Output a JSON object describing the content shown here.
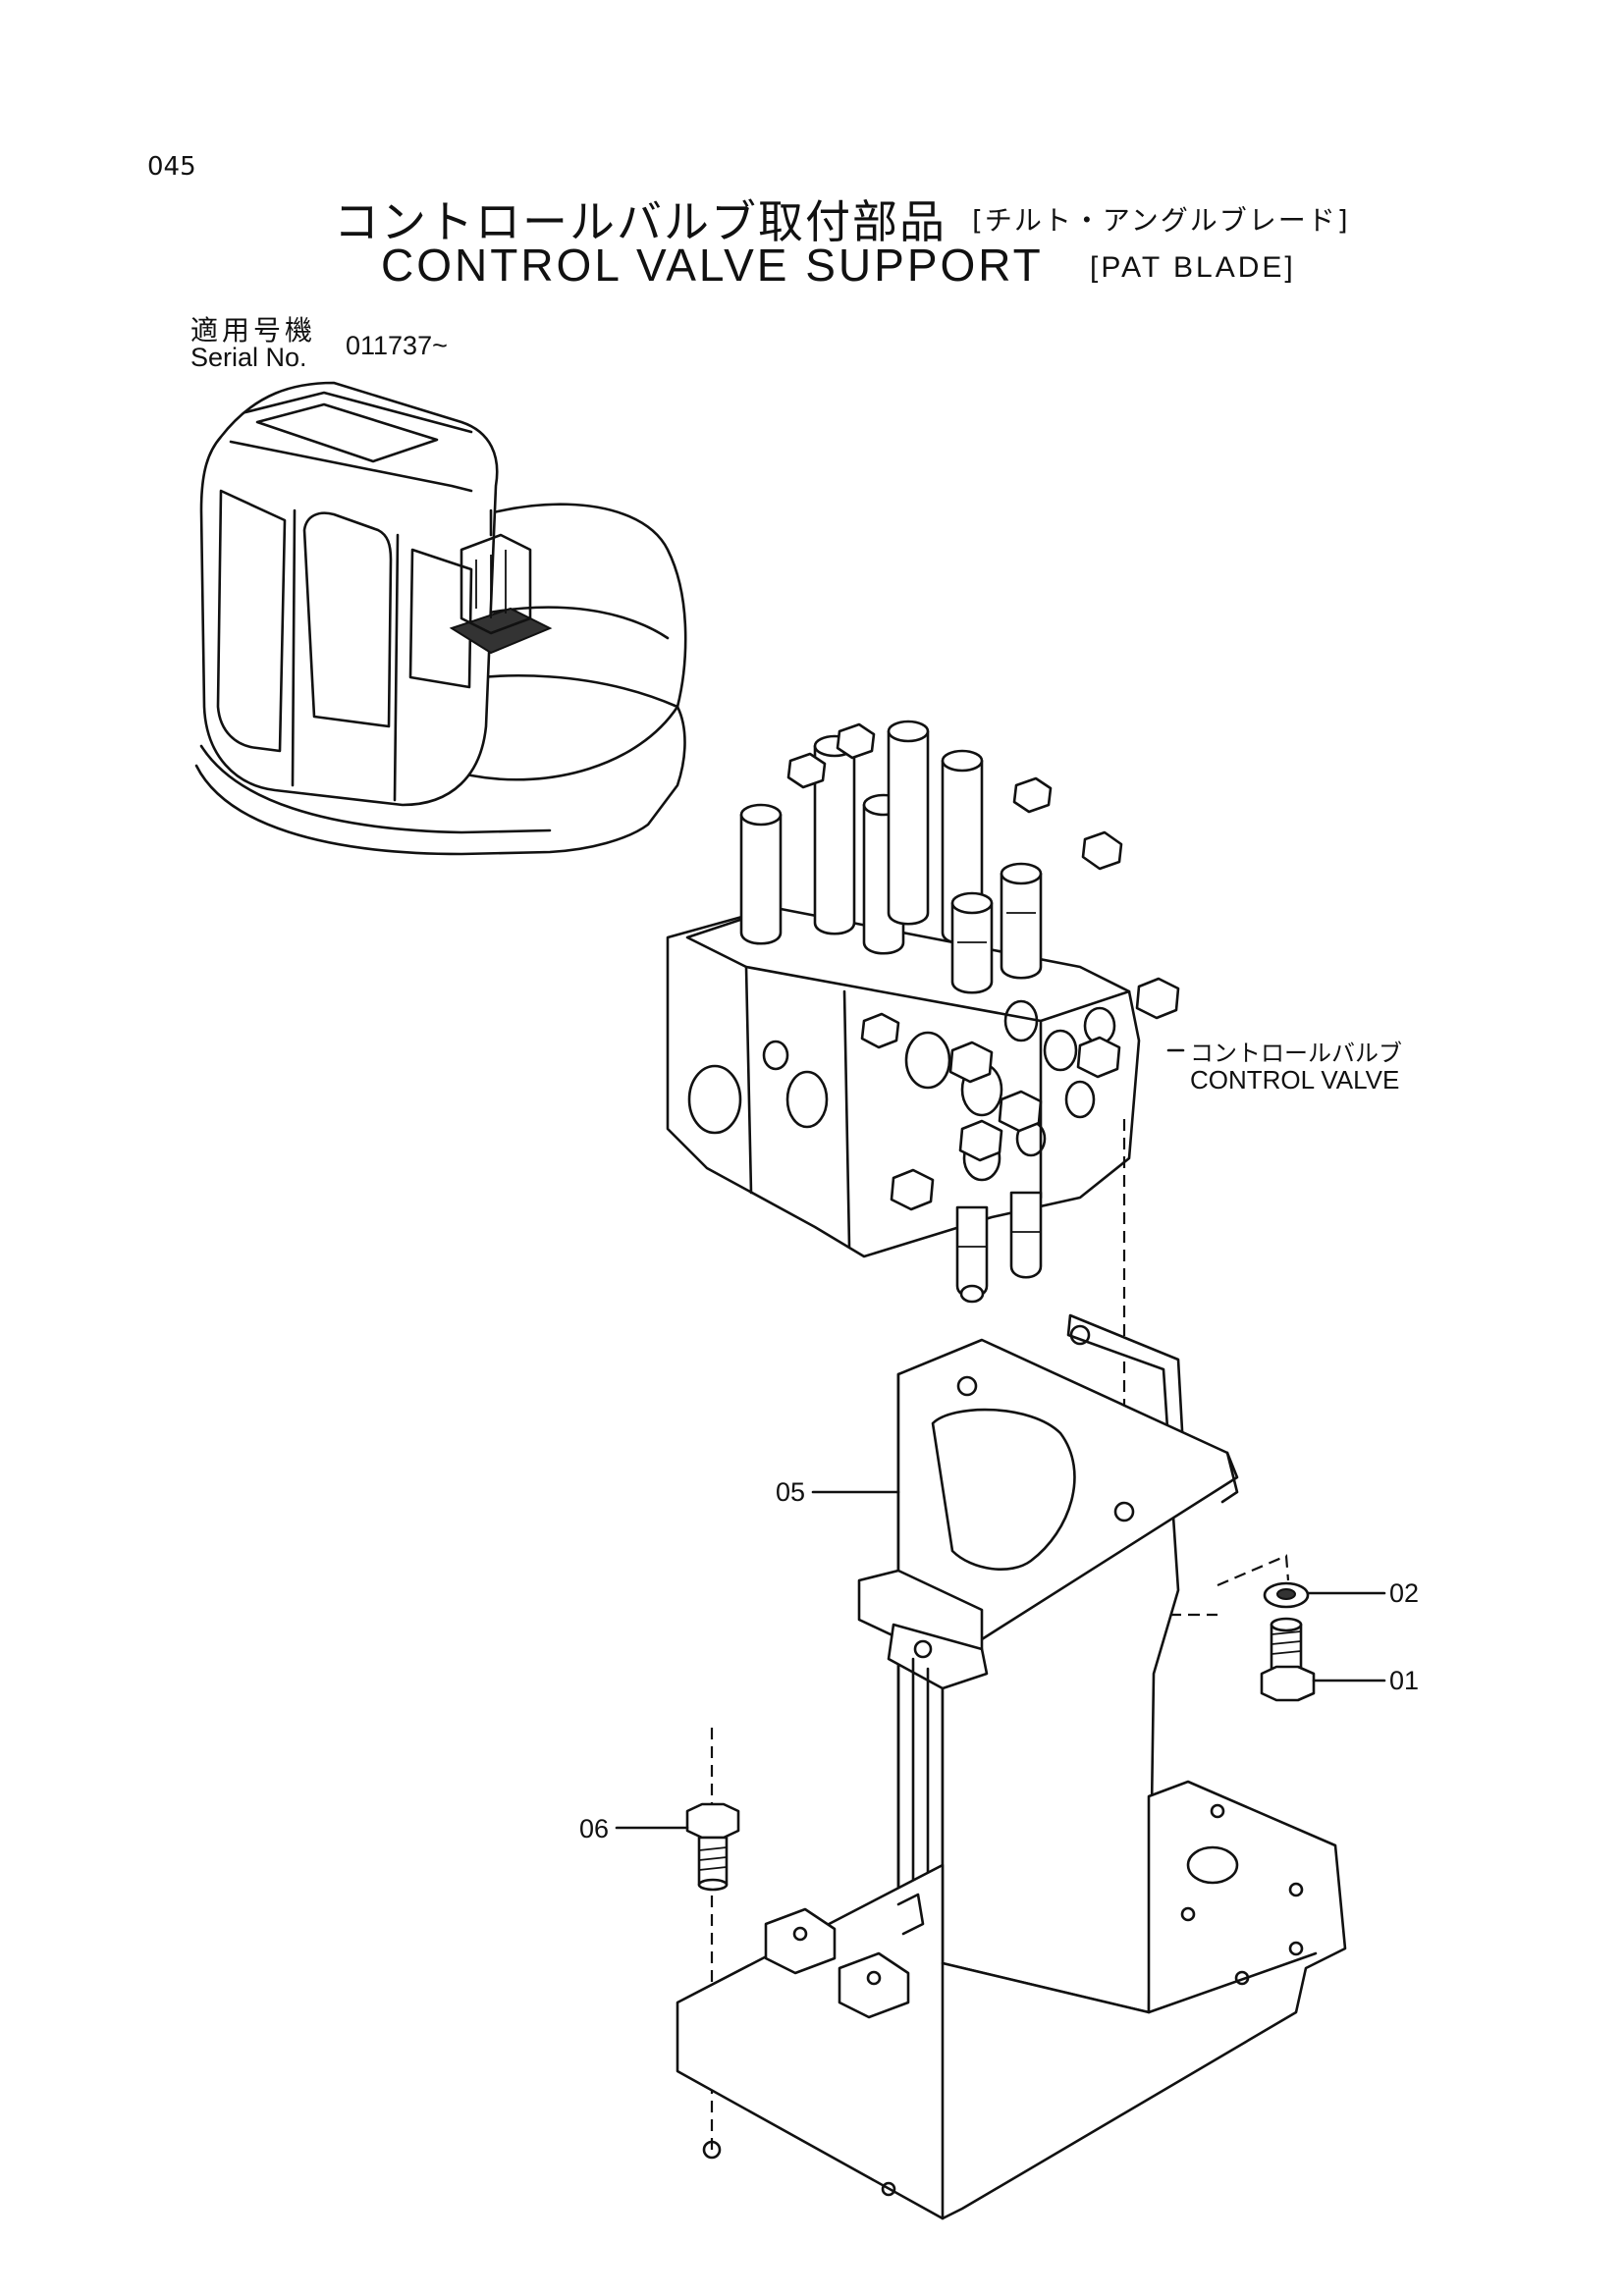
{
  "page_number": "045",
  "title": {
    "jp": "コントロールバルブ取付部品",
    "jp_variant": "[チルト・アングルブレード]",
    "en": "CONTROL  VALVE  SUPPORT",
    "en_variant": "[PAT BLADE]"
  },
  "serial": {
    "label_jp": "適用号機",
    "label_en": "Serial No.",
    "value": "011737~"
  },
  "component_label": {
    "jp": "コントロールバルブ",
    "en": "CONTROL VALVE"
  },
  "callouts": [
    {
      "id": "05"
    },
    {
      "id": "02"
    },
    {
      "id": "01"
    },
    {
      "id": "06"
    }
  ],
  "icons": {
    "machine": "excavator-cab-illustration",
    "valve": "control-valve-drawing",
    "bracket": "support-bracket-drawing",
    "bolt": "bolt-icon",
    "washer": "washer-icon"
  }
}
